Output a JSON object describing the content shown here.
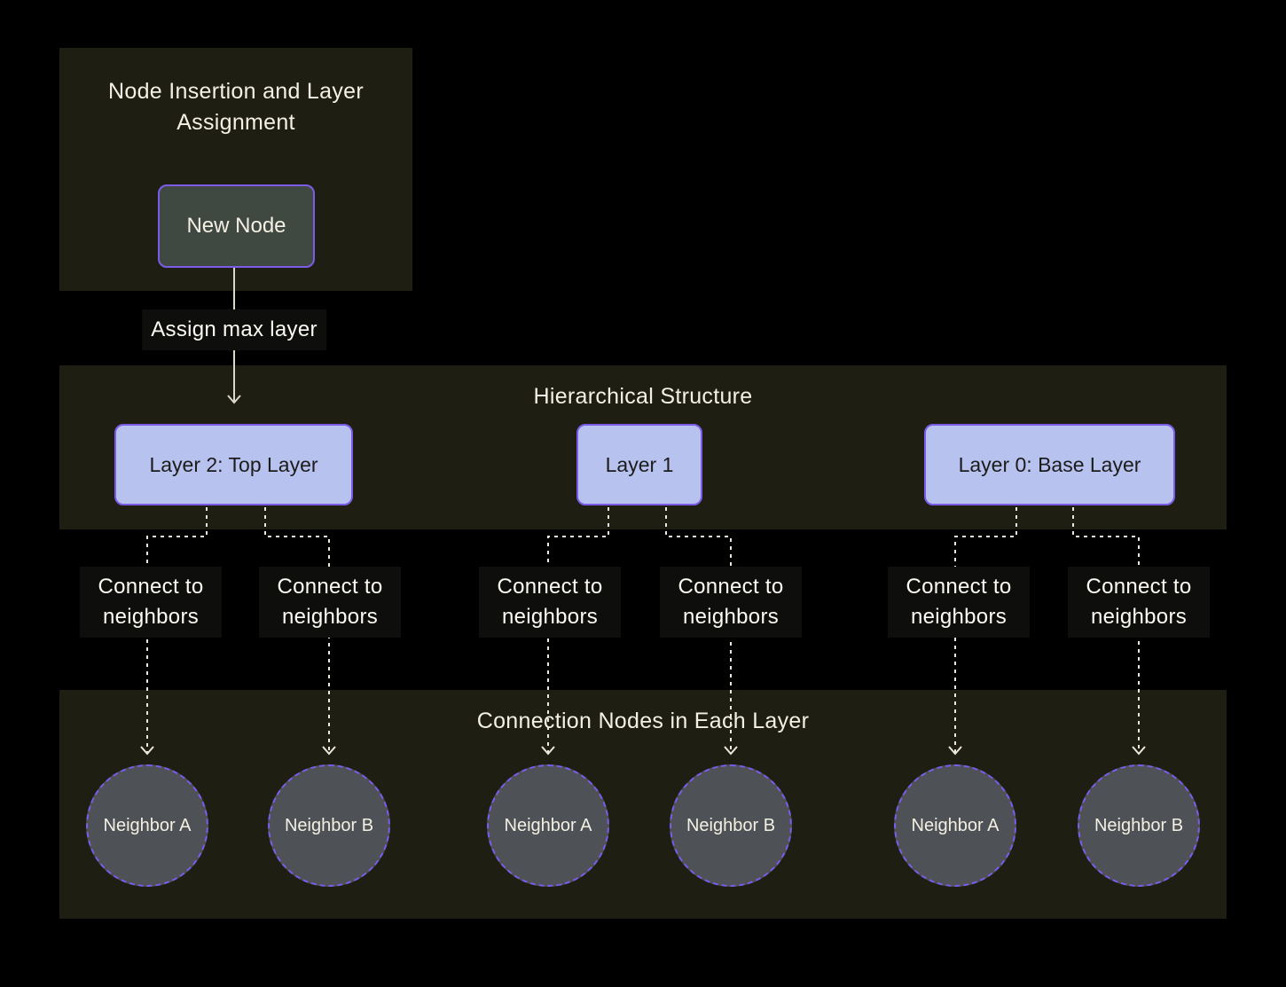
{
  "palette": {
    "page_background": "#000000",
    "band_background": "#1f1e12",
    "layer_node_fill": "#b7c2ee",
    "node_border_purple": "#7a5ce8",
    "new_node_fill": "#3f4941",
    "neighbor_fill": "#4e5256",
    "connector_color": "#ece8db",
    "light_text": "#f4f0e3",
    "dark_text": "#1c1c1c"
  },
  "insertion": {
    "title": "Node Insertion and Layer Assignment",
    "new_node_label": "New Node"
  },
  "edges": {
    "assign_label": "Assign max layer",
    "connect_label": "Connect to neighbors"
  },
  "hierarchy": {
    "title": "Hierarchical Structure",
    "layers": [
      {
        "label": "Layer 2: Top Layer"
      },
      {
        "label": "Layer 1"
      },
      {
        "label": "Layer 0: Base Layer"
      }
    ]
  },
  "connections": {
    "title": "Connection Nodes in Each Layer",
    "neighbors": [
      {
        "label": "Neighbor A"
      },
      {
        "label": "Neighbor B"
      },
      {
        "label": "Neighbor A"
      },
      {
        "label": "Neighbor B"
      },
      {
        "label": "Neighbor A"
      },
      {
        "label": "Neighbor B"
      }
    ]
  }
}
